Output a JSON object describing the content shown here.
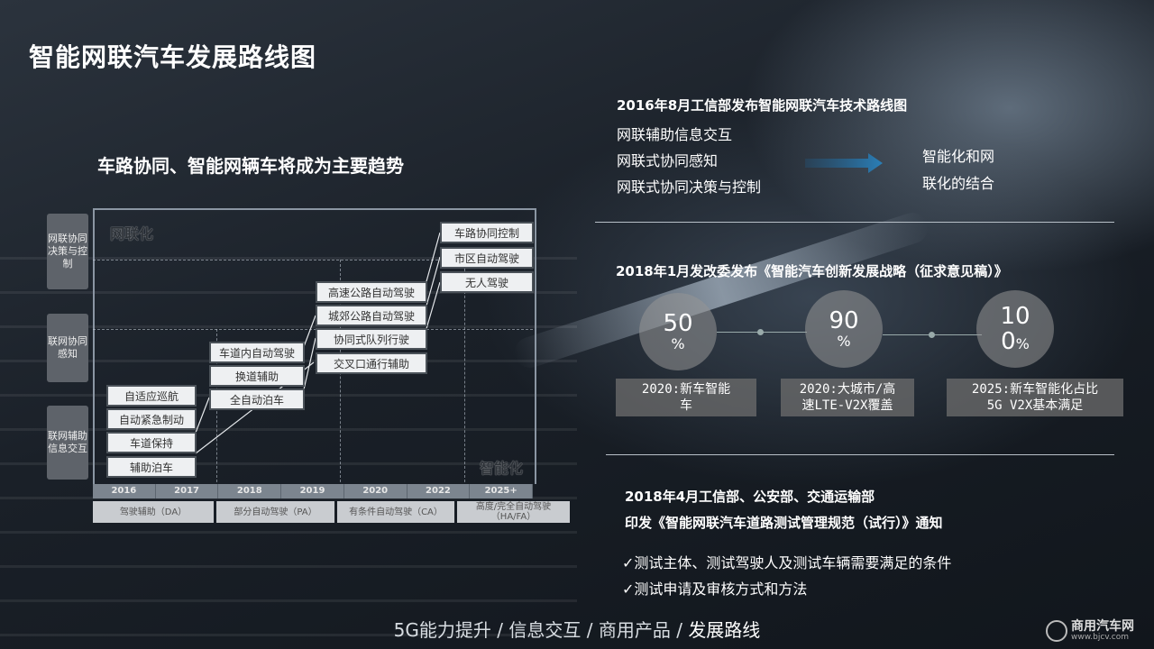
{
  "page": {
    "title": "智能网联汽车发展路线图",
    "subtitle": "车路协同、智能网辆车将成为主要趋势"
  },
  "roadmap": {
    "corner_top": "网联化",
    "corner_bottom": "智能化",
    "stages": [
      {
        "label": "网联协同决策与控制"
      },
      {
        "label": "联网协同感知"
      },
      {
        "label": "联网辅助信息交互"
      }
    ],
    "boxes": [
      {
        "label": "车路协同控制"
      },
      {
        "label": "市区自动驾驶"
      },
      {
        "label": "无人驾驶"
      },
      {
        "label": "高速公路自动驾驶"
      },
      {
        "label": "城郊公路自动驾驶"
      },
      {
        "label": "协同式队列行驶"
      },
      {
        "label": "交叉口通行辅助"
      },
      {
        "label": "车道内自动驾驶"
      },
      {
        "label": "换道辅助"
      },
      {
        "label": "全自动泊车"
      },
      {
        "label": "自适应巡航"
      },
      {
        "label": "自动紧急制动"
      },
      {
        "label": "车道保持"
      },
      {
        "label": "辅助泊车"
      }
    ],
    "years": [
      "2016",
      "2017",
      "2018",
      "2019",
      "2020",
      "2022",
      "2025+"
    ],
    "levels": [
      {
        "label": "驾驶辅助（DA）"
      },
      {
        "label": "部分自动驾驶（PA）"
      },
      {
        "label": "有条件自动驾驶（CA）"
      },
      {
        "label": "高度/完全自动驾驶（HA/FA）"
      }
    ]
  },
  "section1": {
    "heading": "2016年8月工信部发布智能网联汽车技术路线图",
    "items": [
      "网联辅助信息交互",
      "网联式协同感知",
      "网联式协同决策与控制"
    ],
    "result_line1": "智能化和网",
    "result_line2": "联化的结合"
  },
  "section2": {
    "heading": "2018年1月发改委发布《智能汽车创新发展战略（征求意见稿）》",
    "circles": [
      {
        "num": "50",
        "pct": "%"
      },
      {
        "num": "90",
        "pct": "%"
      },
      {
        "num": "10",
        "num2": "0",
        "pct": "%"
      }
    ],
    "stats": [
      {
        "line1": "2020:新车智能",
        "line2": "车"
      },
      {
        "line1": "2020:大城市/高",
        "line2": "速LTE-V2X覆盖"
      },
      {
        "line1": "2025:新车智能化占比",
        "line2": "5G V2X基本满足"
      }
    ]
  },
  "section3": {
    "heading_line1": "2018年4月工信部、公安部、交通运输部",
    "heading_line2": "印发《智能网联汽车道路测试管理规范（试行）》通知",
    "items": [
      "✓测试主体、测试驾驶人及测试车辆需要满足的条件",
      "✓测试申请及审核方式和方法"
    ]
  },
  "footer": {
    "parts": [
      "5G能力提升",
      "信息交互",
      "商用产品",
      "发展路线"
    ],
    "sep": "/"
  },
  "logo": {
    "name": "商用汽车网",
    "url": "www.bjcv.com"
  }
}
